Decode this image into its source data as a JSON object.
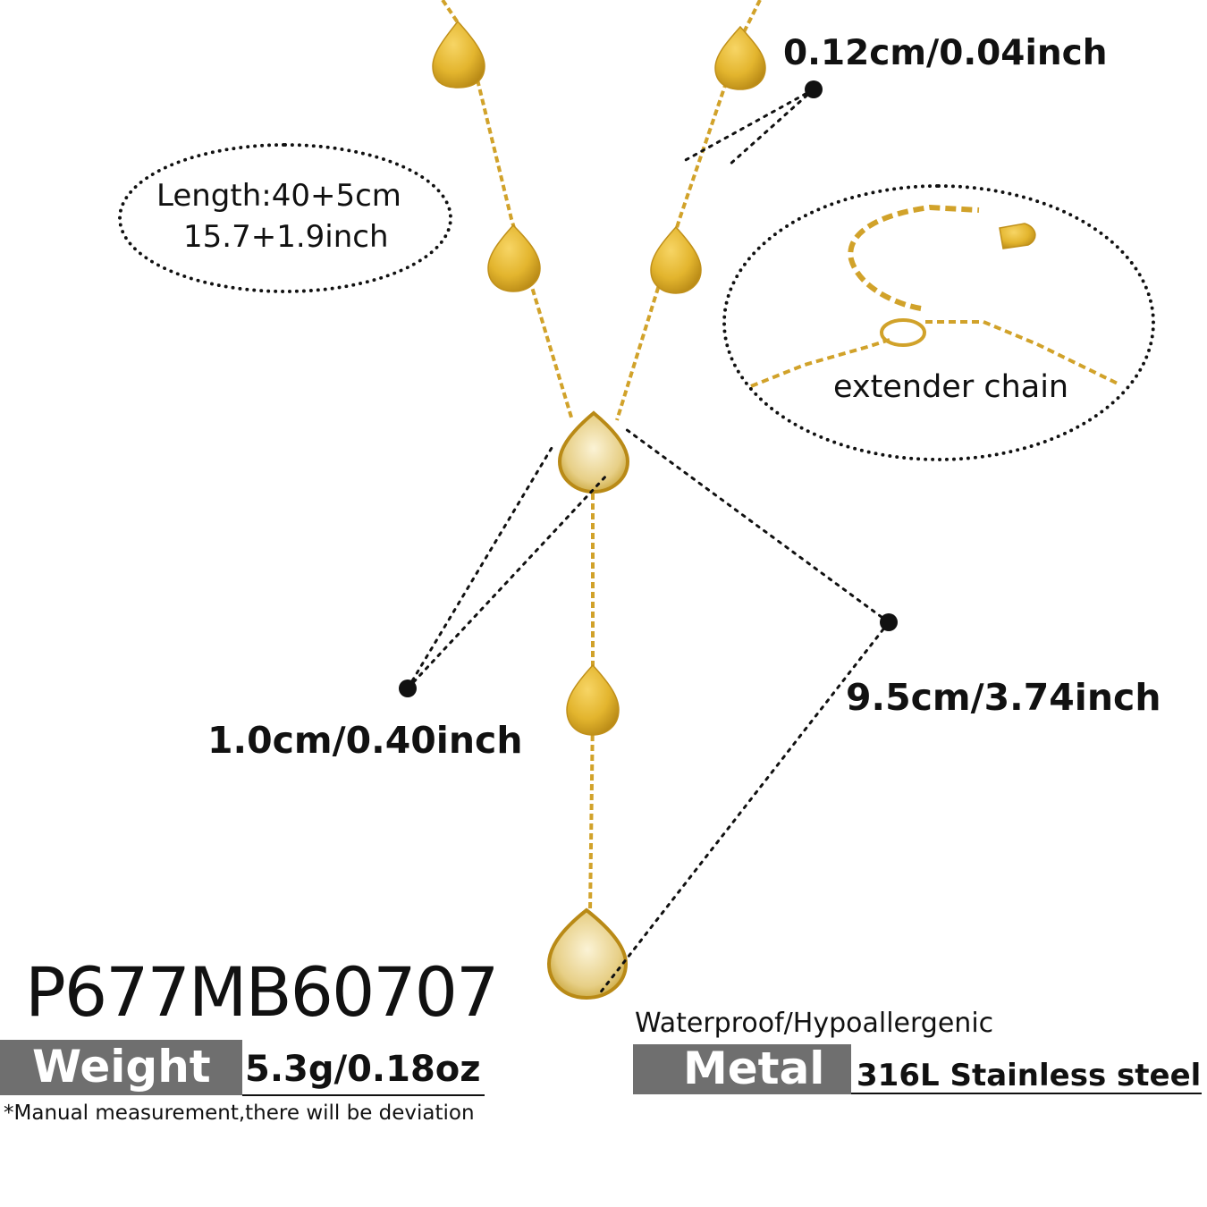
{
  "annotations": {
    "length_line1": "Length:40+5cm",
    "length_line2": "15.7+1.9inch",
    "chain_width": "0.12cm/0.04inch",
    "extender": "extender chain",
    "pendant_width": "1.0cm/0.40inch",
    "drop_length": "9.5cm/3.74inch"
  },
  "product": {
    "sku": "P677MB60707",
    "weight_label": "Weight",
    "weight_value": "5.3g/0.18oz",
    "note": "*Manual measurement,there will be deviation",
    "features": "Waterproof/Hypoallergenic",
    "metal_label": "Metal",
    "metal_value": "316L Stainless steel"
  },
  "colors": {
    "gold": "#e3b52e",
    "gold_dark": "#b98a16",
    "label_bg": "#6f6f6f",
    "ink": "#111111"
  }
}
